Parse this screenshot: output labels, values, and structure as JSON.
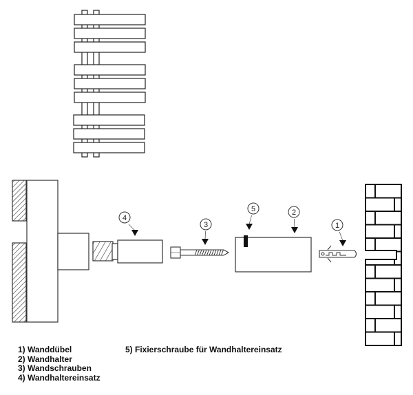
{
  "diagram": {
    "title": "Wandhalter Montage",
    "radiator": {
      "bar_groups": 3,
      "bars_per_group": 3
    },
    "callouts": [
      {
        "id": "1",
        "label": "1"
      },
      {
        "id": "2",
        "label": "2"
      },
      {
        "id": "3",
        "label": "3"
      },
      {
        "id": "4",
        "label": "4"
      },
      {
        "id": "5",
        "label": "5"
      }
    ]
  },
  "legend": {
    "items": [
      {
        "num": "1)",
        "text": "1) Wanddübel"
      },
      {
        "num": "2)",
        "text": "2) Wandhalter"
      },
      {
        "num": "3)",
        "text": "3) Wandschrauben"
      },
      {
        "num": "4)",
        "text": "4) Wandhaltereinsatz"
      },
      {
        "num": "5)",
        "text": "5) Fixierschraube für Wandhaltereinsatz"
      }
    ]
  },
  "colors": {
    "stroke": "#222222",
    "fill": "#ffffff",
    "accent": "#111111"
  }
}
